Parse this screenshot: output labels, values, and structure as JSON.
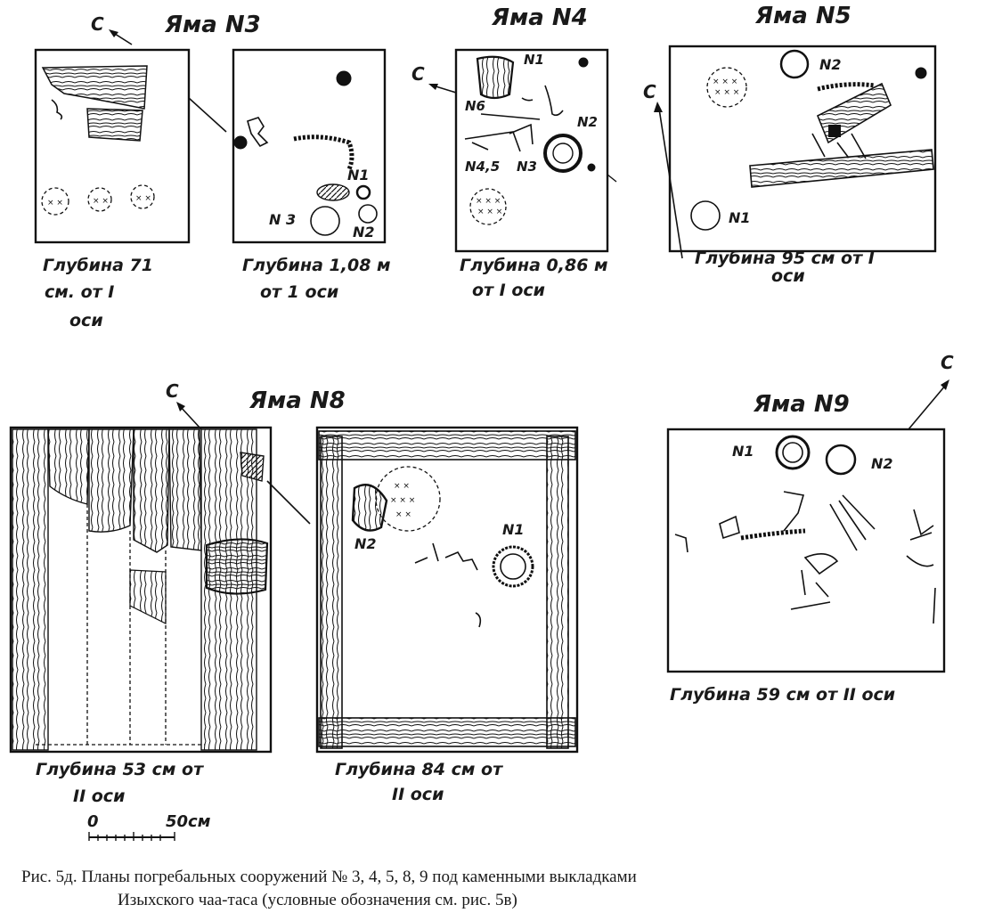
{
  "north": "С",
  "pits": [
    {
      "title": "Яма N3",
      "depths": [
        "Глубина 71",
        "см. от I",
        "оси",
        "Глубина 1,08 м",
        "от 1 оси"
      ],
      "labels": [
        "N1",
        "N 3",
        "N2"
      ]
    },
    {
      "title": "Яма N4",
      "depths": [
        "Глубина 0,86 м",
        "от I оси"
      ],
      "labels": [
        "N1",
        "N6",
        "N2",
        "N4,5",
        "N3"
      ]
    },
    {
      "title": "Яма N5",
      "depths": [
        "Глубина 95 см от I",
        "оси"
      ],
      "labels": [
        "N2",
        "N1"
      ]
    },
    {
      "title": "Яма N8",
      "depths": [
        "Глубина 53 см от",
        "II оси",
        "Глубина 84 см от",
        "II оси"
      ],
      "labels": [
        "N2",
        "N1"
      ]
    },
    {
      "title": "Яма N9",
      "depths": [
        "Глубина 59 см от II оси"
      ],
      "labels": [
        "N1",
        "N2"
      ]
    }
  ],
  "scale": {
    "zero": "0",
    "length": "50см"
  },
  "caption": {
    "line1": "Рис. 5д. Планы погребальных сооружений № 3, 4, 5, 8, 9 под каменными выкладками",
    "line2": "Изыхского чаа-таса (условные обозначения см. рис. 5в)"
  }
}
